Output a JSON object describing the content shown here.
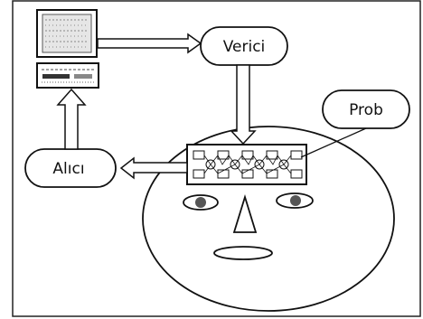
{
  "diagram": {
    "nodes": {
      "transmitter": "Verici",
      "receiver": "Alıcı",
      "probe": "Prob"
    },
    "colors": {
      "stroke": "#111111",
      "background": "#ffffff"
    }
  }
}
